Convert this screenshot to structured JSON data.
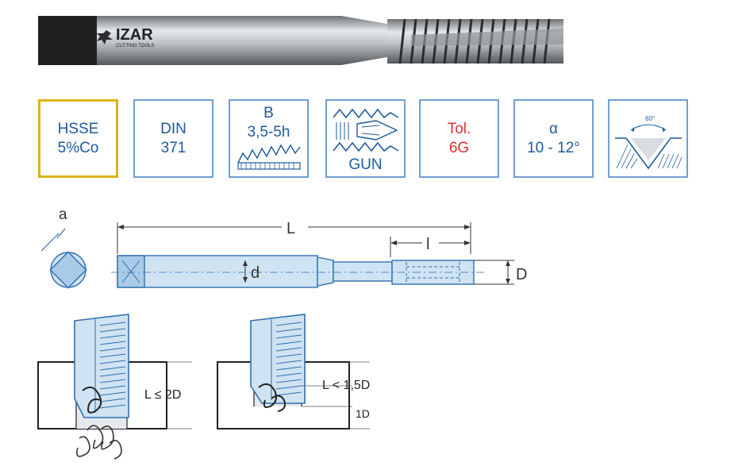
{
  "brand": {
    "name": "IZAR",
    "tagline": "CUTTING TOOLS"
  },
  "badges": [
    {
      "line1": "HSSE",
      "line2": "5%Co"
    },
    {
      "line1": "DIN",
      "line2": "371"
    },
    {
      "line1": "B",
      "line2": "3,5-5h"
    },
    {
      "line1": "GUN"
    },
    {
      "line1": "Tol.",
      "line2": "6G"
    },
    {
      "line1": "α",
      "line2": "10 - 12°"
    },
    {
      "line1": "60°"
    }
  ],
  "dimensions": {
    "a": "a",
    "L": "L",
    "l": "l",
    "d": "d",
    "D": "D"
  },
  "applications": [
    {
      "label": "L ≤ 2D"
    },
    {
      "label": "L < 1,5D",
      "sub": "1D"
    }
  ],
  "colors": {
    "accent_blue": "#1c5a9e",
    "border_blue": "#6f9ed3",
    "gold": "#e0b11a",
    "red": "#d6342f",
    "tool_blue": "#9ec7e6"
  }
}
